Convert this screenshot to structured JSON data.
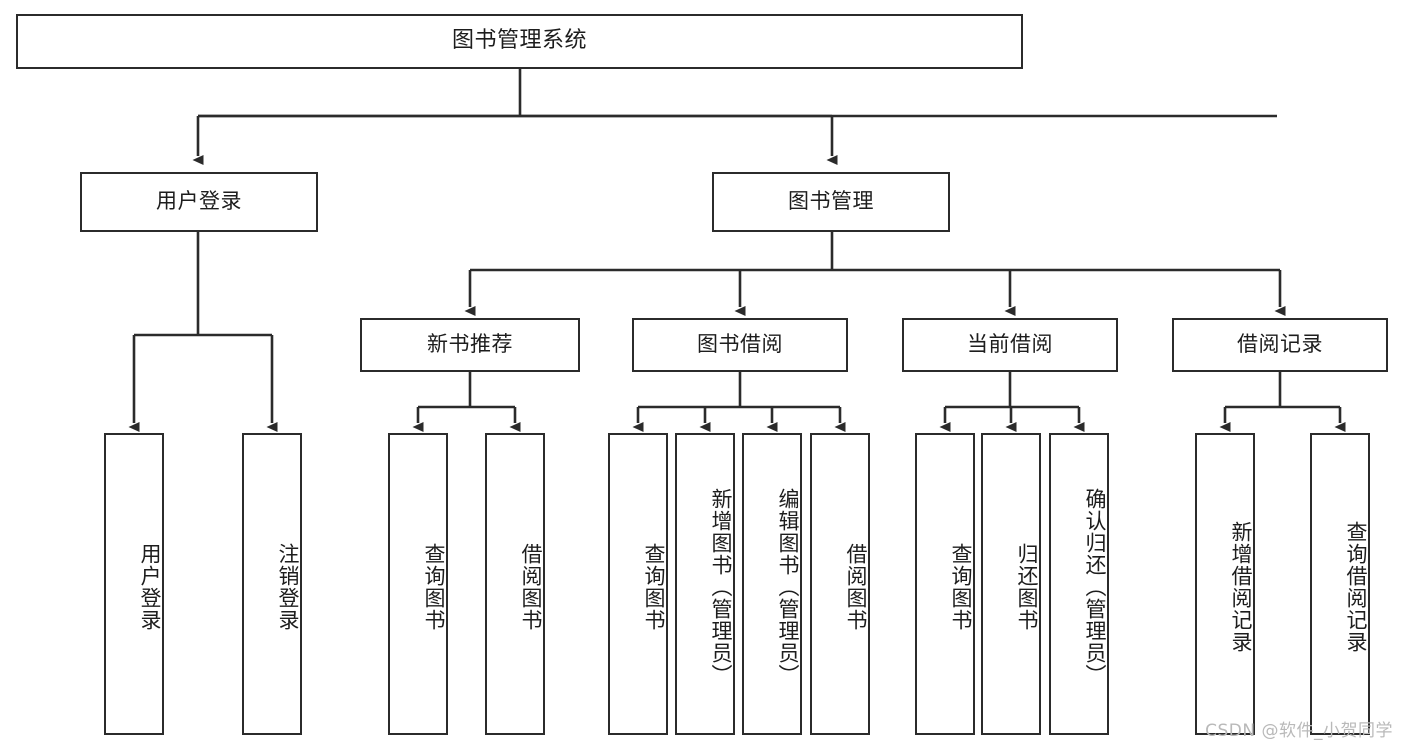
{
  "diagram": {
    "title": "图书管理系统",
    "type": "tree-hierarchy",
    "watermark": "CSDN @软件_小贺同学",
    "colors": {
      "stroke": "#2b2b2b",
      "fill": "#ffffff",
      "text": "#1d1d1d",
      "watermark": "#b9b9b9"
    },
    "root": {
      "label": "图书管理系统"
    },
    "level2": [
      {
        "id": "user-login",
        "label": "用户登录"
      },
      {
        "id": "book-manage",
        "label": "图书管理"
      }
    ],
    "level3": [
      {
        "id": "new-book-rec",
        "label": "新书推荐"
      },
      {
        "id": "book-borrow",
        "label": "图书借阅"
      },
      {
        "id": "current-borrow",
        "label": "当前借阅"
      },
      {
        "id": "borrow-record",
        "label": "借阅记录"
      }
    ],
    "leaves": {
      "user-login": [
        {
          "id": "leaf-user-login",
          "label": "用户登录"
        },
        {
          "id": "leaf-logout",
          "label": "注销登录"
        }
      ],
      "new-book-rec": [
        {
          "id": "leaf-query-book-1",
          "label": "查询图书"
        },
        {
          "id": "leaf-borrow-book-1",
          "label": "借阅图书"
        }
      ],
      "book-borrow": [
        {
          "id": "leaf-query-book-2",
          "label": "查询图书"
        },
        {
          "id": "leaf-add-book",
          "label": "新增图书（管理员）"
        },
        {
          "id": "leaf-edit-book",
          "label": "编辑图书（管理员）"
        },
        {
          "id": "leaf-borrow-book-2",
          "label": "借阅图书"
        }
      ],
      "current-borrow": [
        {
          "id": "leaf-query-book-3",
          "label": "查询图书"
        },
        {
          "id": "leaf-return-book",
          "label": "归还图书"
        },
        {
          "id": "leaf-confirm-return",
          "label": "确认归还（管理员）"
        }
      ],
      "borrow-record": [
        {
          "id": "leaf-add-record",
          "label": "新增借阅记录"
        },
        {
          "id": "leaf-query-record",
          "label": "查询借阅记录"
        }
      ]
    }
  }
}
